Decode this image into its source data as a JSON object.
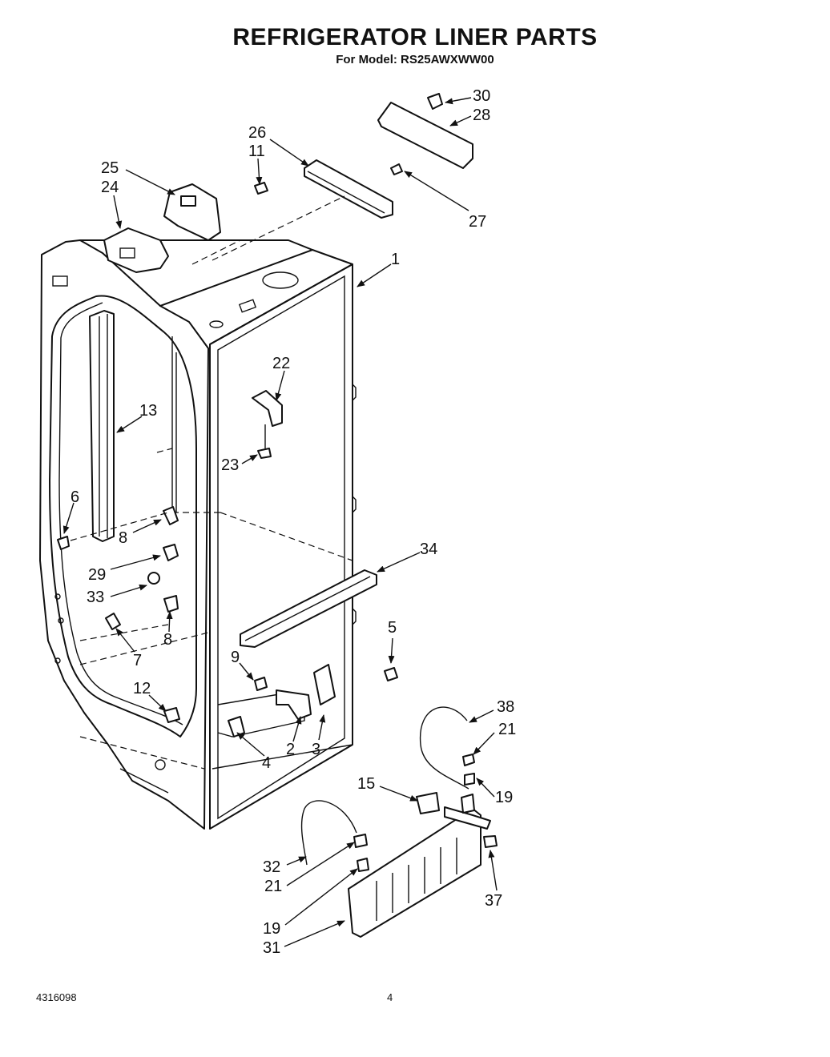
{
  "header": {
    "title": "REFRIGERATOR LINER PARTS",
    "subtitle": "For Model: RS25AWXWW00"
  },
  "callouts": [
    {
      "id": "c30",
      "label": "30"
    },
    {
      "id": "c28",
      "label": "28"
    },
    {
      "id": "c26",
      "label": "26"
    },
    {
      "id": "c11",
      "label": "11"
    },
    {
      "id": "c25",
      "label": "25"
    },
    {
      "id": "c24",
      "label": "24"
    },
    {
      "id": "c27",
      "label": "27"
    },
    {
      "id": "c1",
      "label": "1"
    },
    {
      "id": "c22",
      "label": "22"
    },
    {
      "id": "c13",
      "label": "13"
    },
    {
      "id": "c23",
      "label": "23"
    },
    {
      "id": "c6",
      "label": "6"
    },
    {
      "id": "c8a",
      "label": "8"
    },
    {
      "id": "c29",
      "label": "29"
    },
    {
      "id": "c34",
      "label": "34"
    },
    {
      "id": "c33",
      "label": "33"
    },
    {
      "id": "c8b",
      "label": "8"
    },
    {
      "id": "c5",
      "label": "5"
    },
    {
      "id": "c7",
      "label": "7"
    },
    {
      "id": "c9",
      "label": "9"
    },
    {
      "id": "c12",
      "label": "12"
    },
    {
      "id": "c38",
      "label": "38"
    },
    {
      "id": "c21a",
      "label": "21"
    },
    {
      "id": "c4",
      "label": "4"
    },
    {
      "id": "c2",
      "label": "2"
    },
    {
      "id": "c3",
      "label": "3"
    },
    {
      "id": "c15",
      "label": "15"
    },
    {
      "id": "c19a",
      "label": "19"
    },
    {
      "id": "c32",
      "label": "32"
    },
    {
      "id": "c21b",
      "label": "21"
    },
    {
      "id": "c37",
      "label": "37"
    },
    {
      "id": "c19b",
      "label": "19"
    },
    {
      "id": "c31",
      "label": "31"
    }
  ],
  "footer": {
    "doc_number": "4316098",
    "page_number": "4"
  }
}
